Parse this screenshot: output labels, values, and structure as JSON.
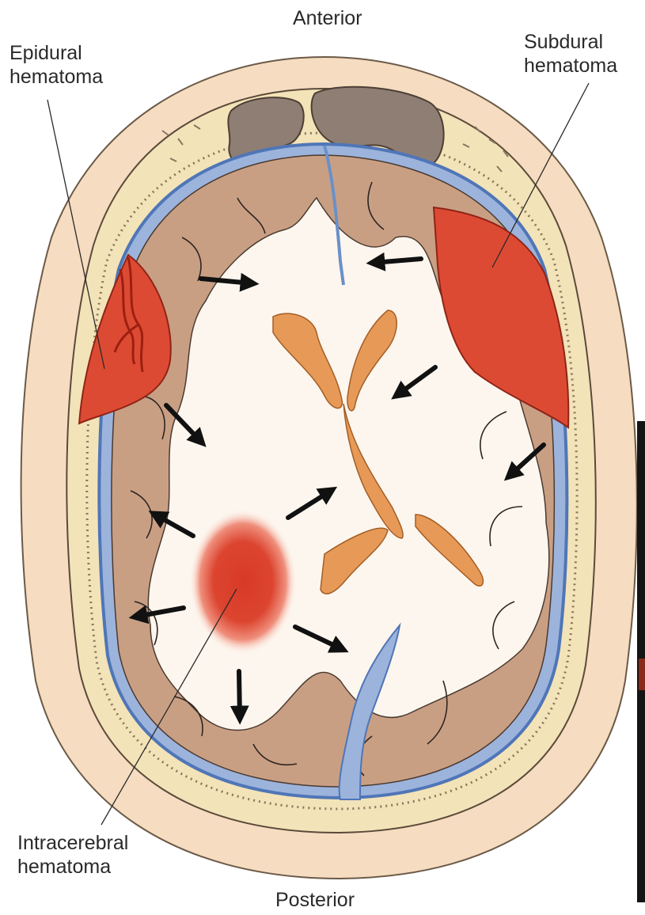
{
  "labels": {
    "anterior": "Anterior",
    "posterior": "Posterior",
    "epidural": [
      "Epidural",
      "hematoma"
    ],
    "subdural": [
      "Subdural",
      "hematoma"
    ],
    "intracerebral": [
      "Intracerebral",
      "hematoma"
    ]
  },
  "colors": {
    "scalp": "#f6dcc0",
    "bone": "#f3e3b8",
    "bone_outline": "#5b4a3a",
    "dura_vessel": "#6a90c8",
    "csf": "#9cb3dc",
    "brain": "#c99f84",
    "white_matter": "#fdf6ee",
    "ventricle": "#e79a57",
    "hematoma": "#dd4a33",
    "frontal_sinus": "#8f7e74",
    "arrow": "#111111"
  }
}
